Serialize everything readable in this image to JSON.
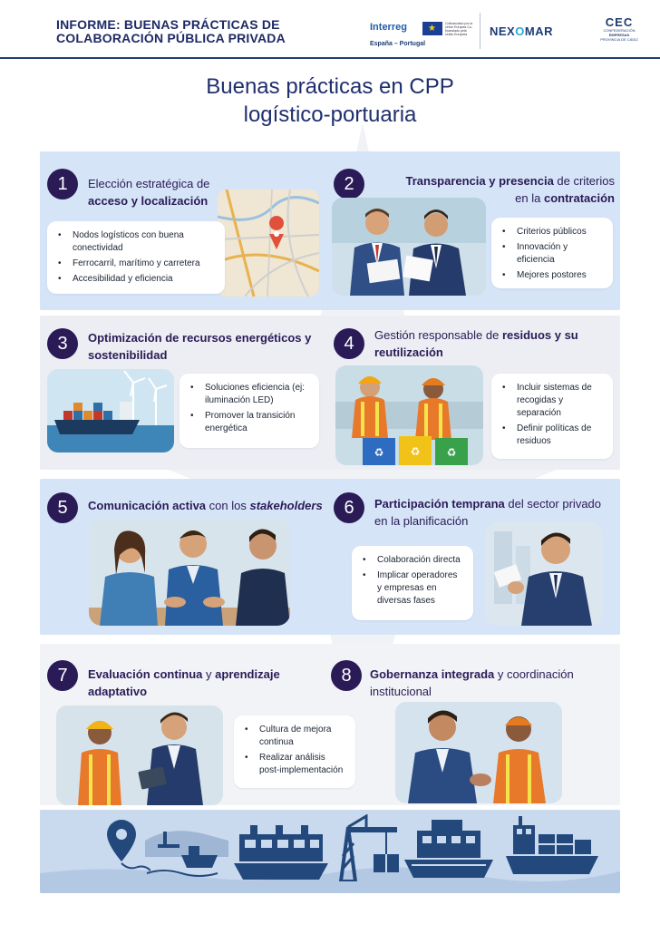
{
  "header": {
    "title_line1": "INFORME: BUENAS PRÁCTICAS DE",
    "title_line2": "COLABORACIÓN PÚBLICA PRIVADA",
    "interreg_name": "Interreg",
    "interreg_sub": "España – Portugal",
    "interreg_small": "Cofinanciado por la Unión Europea Co-financiado pela União Europeia",
    "nexomar_pre": "NEX",
    "nexomar_o": "O",
    "nexomar_post": "MAR",
    "cec_mark": "CEC",
    "cec_line1": "CONFEDERACIÓN",
    "cec_line2": "EMPRESAS",
    "cec_line3": "PROVINCIA DE CÁDIZ"
  },
  "title": {
    "line1": "Buenas prácticas en CPP",
    "line2": "logístico-portuaria"
  },
  "sections": [
    {
      "number": "1",
      "heading_parts": [
        "Elección estratégica de",
        "acceso y localización"
      ],
      "bullets": [
        "Nodos logísticos con buena conectividad",
        "Ferrocarril, marítimo y carretera",
        "Accesibilidad y eficiencia"
      ]
    },
    {
      "number": "2",
      "heading_bold1": "Transparencia y presencia",
      "heading_plain1": " de criterios",
      "heading_plain2": "en la ",
      "heading_bold2": "contratación",
      "bullets": [
        "Criterios públicos",
        "Innovación y eficiencia",
        "Mejores postores"
      ]
    },
    {
      "number": "3",
      "heading_bold": "Optimización de recursos energéticos y sostenibilidad",
      "bullets": [
        "Soluciones eficiencia (ej: iluminación LED)",
        "Promover la transición energética"
      ]
    },
    {
      "number": "4",
      "heading_plain": "Gestión responsable de ",
      "heading_bold": "residuos y su reutilización",
      "bullets": [
        "Incluir sistemas de recogidas  y separación",
        "Definir políticas de residuos"
      ]
    },
    {
      "number": "5",
      "heading_bold": "Comunicación activa",
      "heading_plain": " con los ",
      "heading_italic": "stakeholders"
    },
    {
      "number": "6",
      "heading_bold": "Participación temprana",
      "heading_plain": " del sector privado en la planificación",
      "bullets": [
        "Colaboración directa",
        "Implicar operadores y empresas en diversas fases"
      ]
    },
    {
      "number": "7",
      "heading_bold1": "Evaluación continua",
      "heading_plain": " y ",
      "heading_bold2": "aprendizaje adaptativo",
      "bullets": [
        "Cultura de mejora continua",
        "Realizar análisis post-implementación"
      ]
    },
    {
      "number": "8",
      "heading_bold": "Gobernanza integrada",
      "heading_plain": " y coordinación institucional"
    }
  ],
  "icons": {
    "map_pin": "map-pin-icon",
    "port_crane": "crane-icon",
    "container_ship": "container-ship-icon",
    "cruise_ship": "ship-icon",
    "cargo_ship": "cargo-ship-icon"
  },
  "colors": {
    "navy": "#2a1b57",
    "title_blue": "#1f2f6e",
    "band_blue": "#d6e4f7",
    "band_grey": "#eceef3"
  }
}
